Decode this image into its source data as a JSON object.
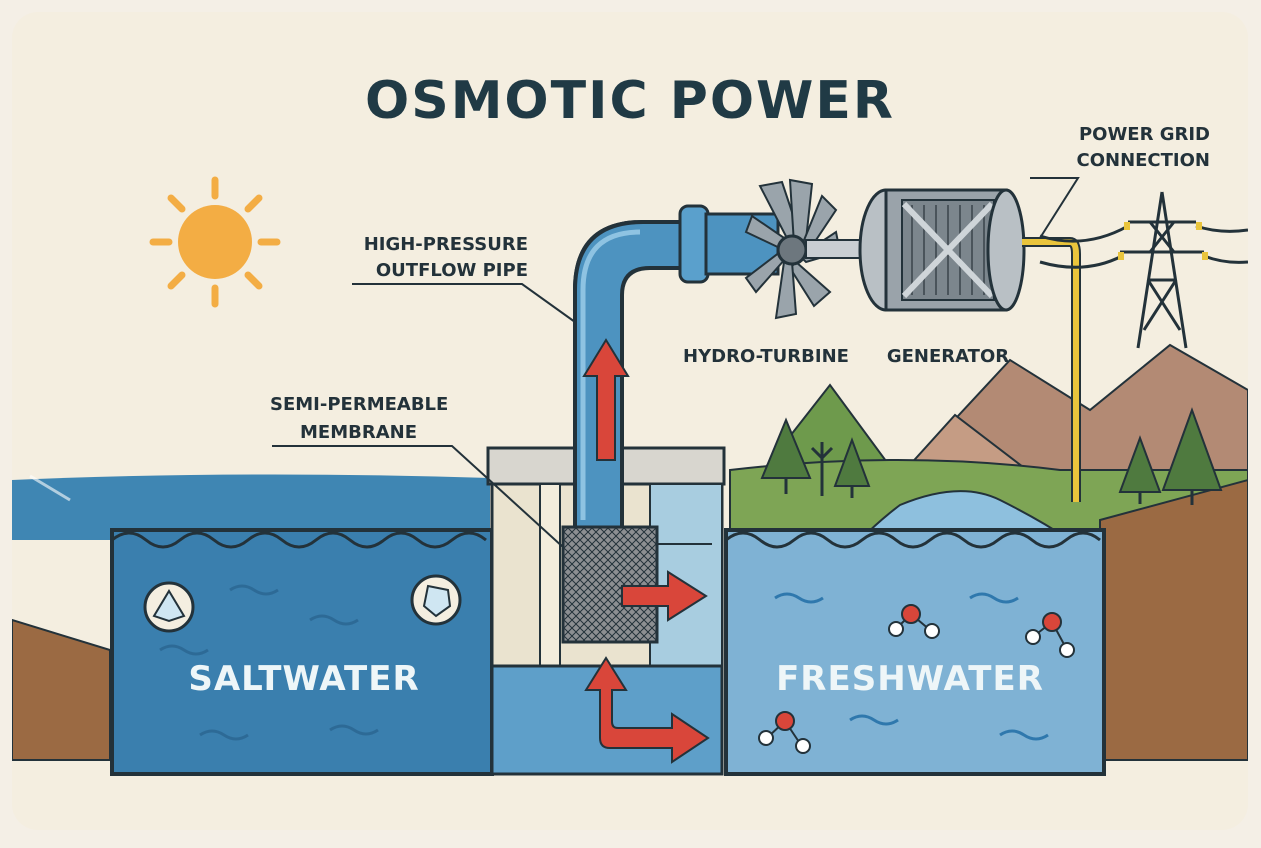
{
  "title": "OSMOTIC POWER",
  "labels": {
    "pipe_line1": "HIGH-PRESSURE",
    "pipe_line2": "OUTFLOW PIPE",
    "membrane_line1": "SEMI-PERMEABLE",
    "membrane_line2": "MEMBRANE",
    "turbine": "HYDRO-TURBINE",
    "generator": "GENERATOR",
    "grid_line1": "POWER GRID",
    "grid_line2": "CONNECTION",
    "saltwater": "SALTWATER",
    "freshwater": "FRESHWATER"
  },
  "icons": [
    "sun-icon",
    "salt-crystal-icon",
    "water-molecule-icon",
    "transmission-tower-icon",
    "tree-icon"
  ],
  "colors": {
    "background": "#f4eee0",
    "saltwater": "#3f86b3",
    "freshwater": "#7fb2d4",
    "pipe": "#4d93c0",
    "arrow": "#d9463a",
    "sun": "#f3ad44",
    "grid_cable": "#e9c43c",
    "outline": "#23323a"
  }
}
